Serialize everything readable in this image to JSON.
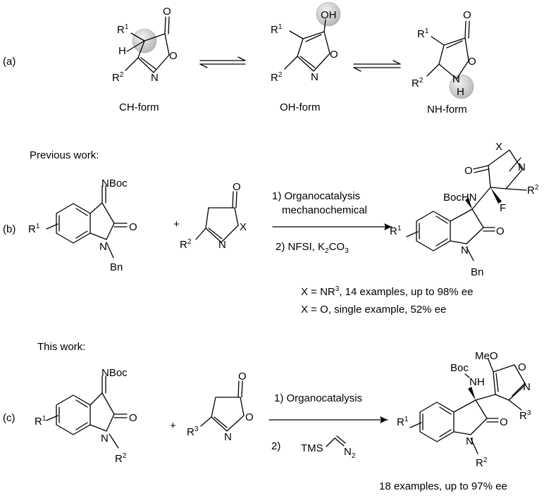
{
  "row_a": {
    "tag": "(a)",
    "label_ch": "CH-form",
    "label_oh": "OH-form",
    "label_nh": "NH-form",
    "atoms": {
      "o": "O",
      "n": "N",
      "h": "H",
      "oh": "OH",
      "r": "R",
      "sup1": "1",
      "sup2": "2"
    }
  },
  "row_b": {
    "tag": "(b)",
    "heading": "Previous work:",
    "plus": "+",
    "cond1": "1) Organocatalysis",
    "cond1b": "mechanochemical",
    "cond2_pre": "2) NFSI, K",
    "cond2_sub": "2",
    "cond2_post": "CO",
    "cond2_sub2": "3",
    "note1_pre": "X = NR",
    "note1_sup": "3",
    "note1_post": ", 14 examples, up to 98% ee",
    "note2": "X = O, single example, 52% ee",
    "atoms": {
      "nboc": "NBoc",
      "o": "O",
      "n": "N",
      "bn": "Bn",
      "x": "X",
      "r": "R",
      "bochn": "BocHN",
      "f": "F",
      "sup1": "1",
      "sup2": "2"
    }
  },
  "row_c": {
    "tag": "(c)",
    "heading": "This work:",
    "plus": "+",
    "cond1": "1) Organocatalysis",
    "cond2": "2)",
    "tms": "TMS",
    "n2": "N",
    "n2_sub": "2",
    "note": "18 examples, up to 97% ee",
    "atoms": {
      "nboc": "NBoc",
      "o": "O",
      "n": "N",
      "r": "R",
      "meo": "MeO",
      "boc": "Boc",
      "nh": "NH",
      "sup1": "1",
      "sup2": "2",
      "sup3": "3"
    }
  }
}
